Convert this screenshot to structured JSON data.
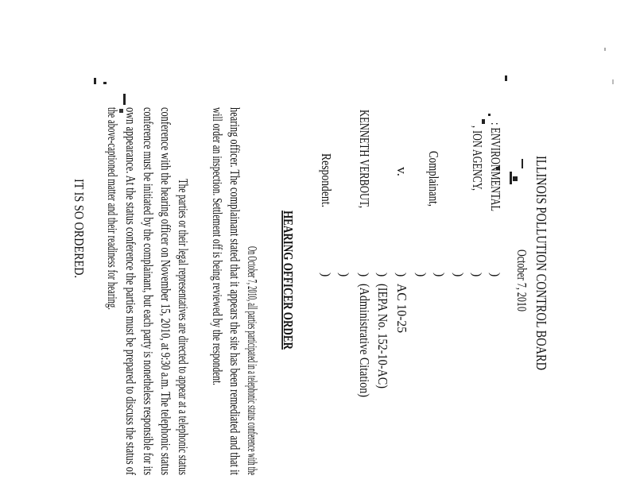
{
  "document": {
    "board": "ILLINOIS POLLUTION CONTROL BOARD",
    "date": "October 7, 2010",
    "caption": {
      "complainant_line1": ": ENVIRONMENTAL",
      "complainant_line2": ", ION AGENCY,",
      "complainant_role": "Complainant,",
      "versus": "v.",
      "respondent_name": "KENNETH VERBOUT,",
      "respondent_role": "Respondent.",
      "case_number": "AC 10-25",
      "iepa_number": "(IEPA No. 152-10-AC)",
      "case_type": "(Administrative Citation)",
      "paren": ")"
    },
    "heading": "HEARING OFFICER ORDER",
    "paragraph1": [
      "On October 7, 2010, all parties participated in a telephonic status conference with the",
      "hearing officer.  The complainant stated that it appears the site has been remediated and that it",
      "will order an inspection.  Settlement off is being reviewed by the respondent."
    ],
    "paragraph2": [
      "The parties or their legal representatives are directed to appear at a telephonic status",
      "conference with the hearing officer on November 15, 2010, at 9:30 a.m.  The telephonic status",
      "conference must be initiated by the complainant, but each party is nonetheless responsible for its",
      "own appearance.  At the status conference the parties must be prepared to discuss the status of",
      "the above-captioned matter and their readiness for hearing."
    ],
    "closing": "IT IS SO ORDERED."
  }
}
